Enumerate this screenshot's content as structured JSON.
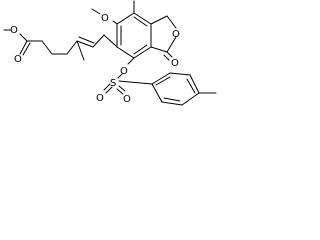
{
  "molecule": {
    "atoms": [
      {
        "id": "ester-carbonyl-oxygen",
        "label": "O"
      },
      {
        "id": "ester-ether-oxygen",
        "label": "O"
      },
      {
        "id": "methoxy-oxygen",
        "label": "O"
      },
      {
        "id": "lactone-ring-oxygen",
        "label": "O"
      },
      {
        "id": "lactone-carbonyl-oxygen",
        "label": "O"
      },
      {
        "id": "tosylate-ester-oxygen",
        "label": "O"
      },
      {
        "id": "sulfur",
        "label": "S"
      },
      {
        "id": "sulfonyl-oxygen-left",
        "label": "O"
      },
      {
        "id": "sulfonyl-oxygen-right",
        "label": "O"
      }
    ]
  },
  "colors": {
    "ink": "#000000",
    "background": "#ffffff"
  }
}
